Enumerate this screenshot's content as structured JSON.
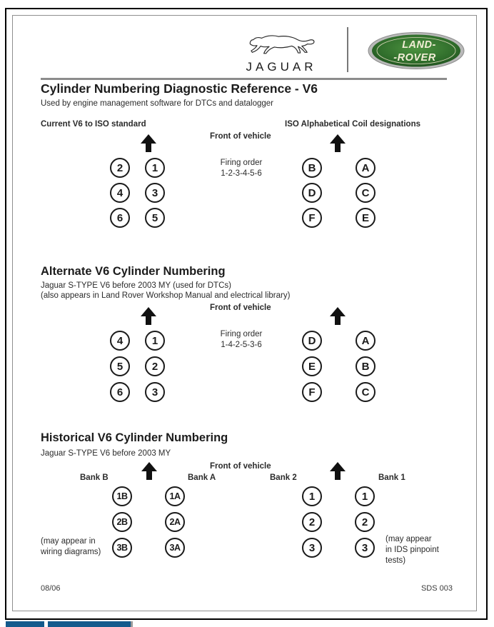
{
  "header": {
    "jaguar_wordmark": "JAGUAR",
    "landrover_line1": "LAND-",
    "landrover_line2": "-ROVER"
  },
  "title": "Cylinder Numbering Diagnostic Reference - V6",
  "subtitle": "Used by engine management software for DTCs and datalogger",
  "sections": [
    {
      "left_heading": "Current V6 to ISO standard",
      "right_heading": "ISO Alphabetical Coil designations",
      "front_label": "Front of vehicle",
      "firing_order_label": "Firing order",
      "firing_order": "1-2-3-4-5-6",
      "left_bank": {
        "col1": [
          "2",
          "4",
          "6"
        ],
        "col2": [
          "1",
          "3",
          "5"
        ]
      },
      "right_bank": {
        "col1": [
          "B",
          "D",
          "F"
        ],
        "col2": [
          "A",
          "C",
          "E"
        ]
      }
    },
    {
      "heading": "Alternate V6 Cylinder Numbering",
      "sub1": "Jaguar S-TYPE V6 before 2003 MY (used for DTCs)",
      "sub2": "(also appears in Land Rover Workshop Manual and electrical library)",
      "front_label": "Front of vehicle",
      "firing_order_label": "Firing order",
      "firing_order": "1-4-2-5-3-6",
      "left_bank": {
        "col1": [
          "4",
          "5",
          "6"
        ],
        "col2": [
          "1",
          "2",
          "3"
        ]
      },
      "right_bank": {
        "col1": [
          "D",
          "E",
          "F"
        ],
        "col2": [
          "A",
          "B",
          "C"
        ]
      }
    },
    {
      "heading": "Historical V6 Cylinder Numbering",
      "sub1": "Jaguar S-TYPE V6 before 2003 MY",
      "front_label": "Front of vehicle",
      "bank_labels": [
        "Bank B",
        "Bank A",
        "Bank 2",
        "Bank 1"
      ],
      "left_note": [
        "(may appear in",
        "wiring diagrams)"
      ],
      "right_note": [
        "(may appear",
        "in IDS pinpoint",
        "tests)"
      ],
      "left_bank": {
        "col1": [
          "1B",
          "2B",
          "3B"
        ],
        "col2": [
          "1A",
          "2A",
          "3A"
        ]
      },
      "right_bank": {
        "col1": [
          "1",
          "2",
          "3"
        ],
        "col2": [
          "1",
          "2",
          "3"
        ]
      }
    }
  ],
  "footer": {
    "left": "08/06",
    "right": "SDS 003"
  },
  "colors": {
    "accent_blue": "#135a8c",
    "green_badge": "#2e6b2a"
  }
}
